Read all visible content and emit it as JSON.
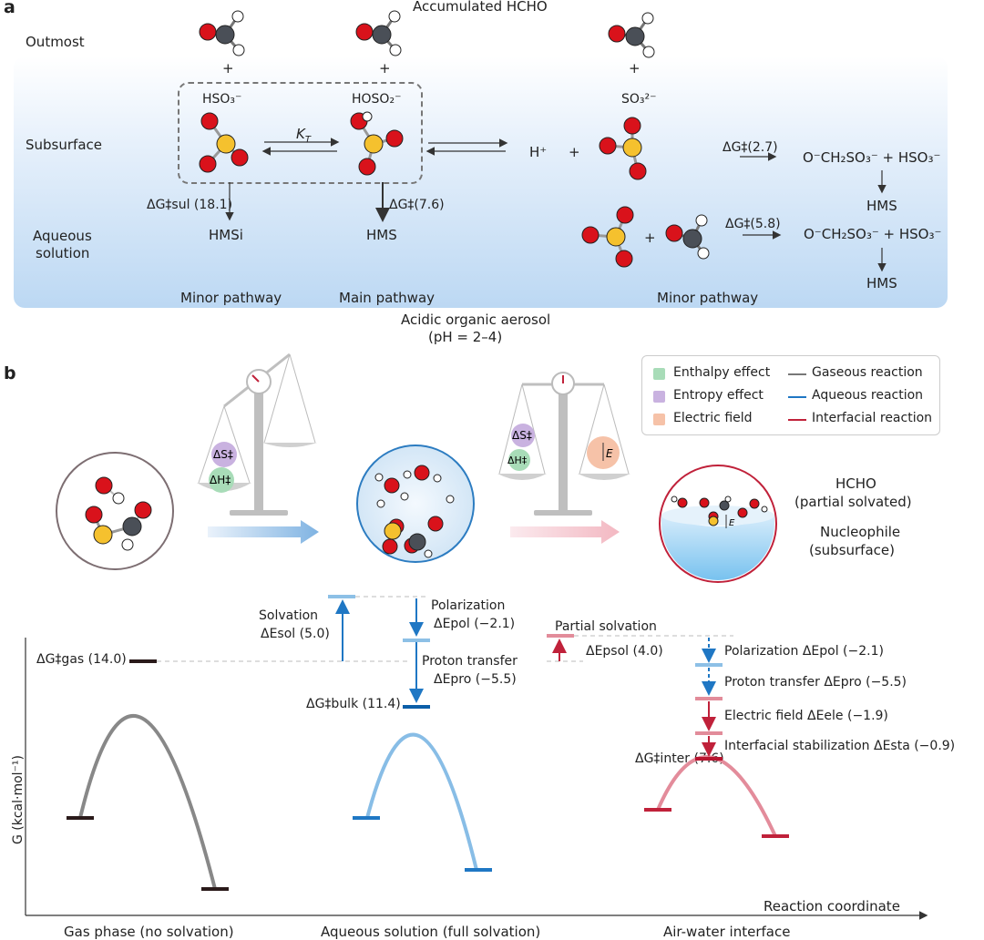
{
  "panel_a": {
    "label": "a",
    "top_label": "Accumulated HCHO",
    "rows": {
      "outmost": "Outmost",
      "subsurface": "Subsurface",
      "aqueous_1": "Aqueous",
      "aqueous_2": "solution"
    },
    "plus": "+",
    "species": {
      "hso3": "HSO₃⁻",
      "hoso2": "HOSO₂⁻",
      "so3": "SO₃²⁻",
      "kt": "K",
      "kt_sub": "T",
      "hplus": "H⁺",
      "hmsi": "HMSi",
      "hms1": "HMS",
      "hms2": "HMS",
      "hms3": "HMS",
      "prod1": "O⁻CH₂SO₃⁻ + HSO₃⁻",
      "prod2": "O⁻CH₂SO₃⁻ + HSO₃⁻"
    },
    "barriers": {
      "sul": "ΔG‡sul (18.1)",
      "main": "ΔG‡(7.6)",
      "b27": "ΔG‡(2.7)",
      "b58": "ΔG‡(5.8)"
    },
    "pathways": {
      "minor1": "Minor pathway",
      "main": "Main pathway",
      "minor2": "Minor pathway"
    },
    "aerosol": "Acidic organic aerosol",
    "ph": "(pH = 2–4)"
  },
  "panel_b": {
    "label": "b",
    "legend": {
      "enthalpy": "Enthalpy effect",
      "entropy": "Entropy effect",
      "efield": "Electric field",
      "gaseous": "Gaseous reaction",
      "aqueous": "Aqueous reaction",
      "interfacial": "Interfacial reaction"
    },
    "scale_labels": {
      "ds": "ΔS‡",
      "dh": "ΔH‡",
      "e": "E"
    },
    "hcho_label_1": "HCHO",
    "hcho_label_2": "(partial solvated)",
    "nuc_label_1": "Nucleophile",
    "nuc_label_2": "(subsurface)",
    "energy": {
      "gas": "ΔG‡gas (14.0)",
      "solvation_1": "Solvation",
      "solvation_2": "ΔEsol (5.0)",
      "polarization_aq_1": "Polarization",
      "polarization_aq_2": "ΔEpol (−2.1)",
      "proton_aq_1": "Proton transfer",
      "proton_aq_2": "ΔEpro (−5.5)",
      "bulk": "ΔG‡bulk (11.4)",
      "partial_solvation": "Partial solvation",
      "psol": "ΔEpsol (4.0)",
      "polarization_int": "Polarization   ΔEpol (−2.1)",
      "proton_int": "Proton transfer  ΔEpro (−5.5)",
      "efield_int": "Electric field   ΔEele (−1.9)",
      "stab_int": "Interfacial stabilization   ΔEsta (−0.9)",
      "inter": "ΔG‡inter (7.6)"
    },
    "y_axis": "G (kcal·mol⁻¹)",
    "x_axis": "Reaction coordinate",
    "phases": {
      "gas": "Gas phase (no solvation)",
      "aqueous": "Aqueous solution (full solvation)",
      "interface": "Air-water interface"
    }
  },
  "colors": {
    "gas": "#777777",
    "aqueous": "#1f77c4",
    "aqueous_light": "#8dc0e6",
    "interfacial": "#c0213a",
    "interfacial_light": "#e28c9a",
    "enthalpy": "#a8dcb8",
    "entropy": "#c9b2e0",
    "efield": "#f6c2a8"
  }
}
